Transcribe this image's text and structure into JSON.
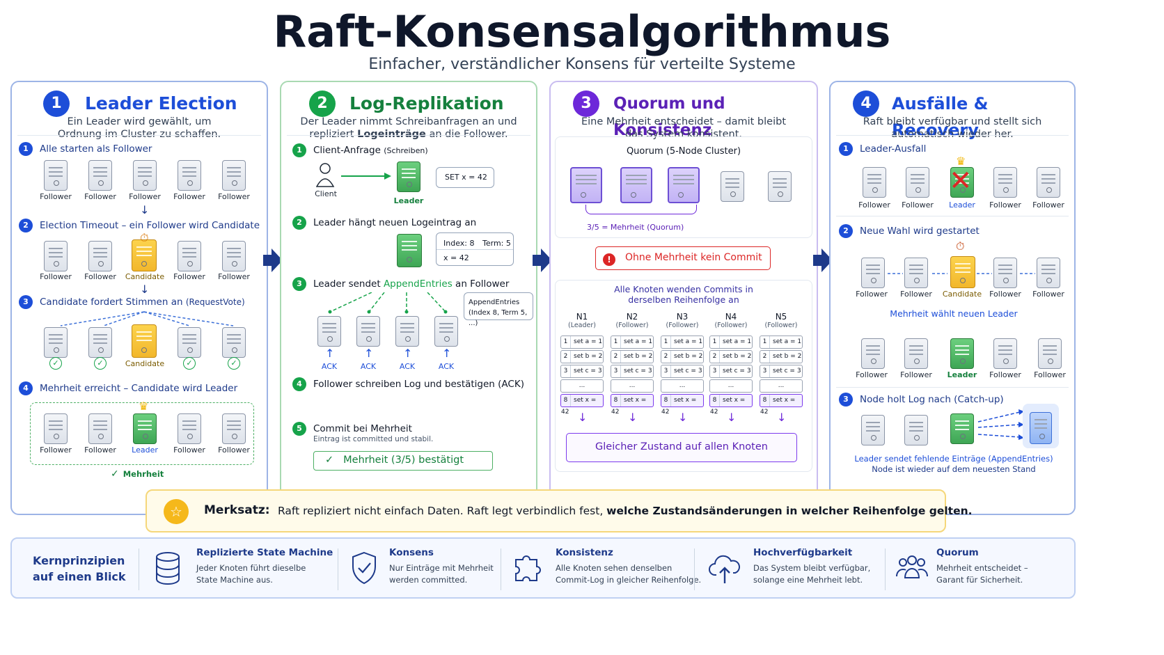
{
  "title": "Raft-Konsensalgorithmus",
  "subtitle": "Einfacher, verständlicher Konsens für verteilte Systeme",
  "col1": {
    "num": "1",
    "title": "Leader Election",
    "desc1": "Ein Leader wird gewählt, um",
    "desc2": "Ordnung im Cluster zu schaffen.",
    "s1": "Alle starten als Follower",
    "s2": "Election Timeout – ein Follower wird Candidate",
    "s3a": "Candidate fordert Stimmen an ",
    "s3b": "(RequestVote)",
    "s4": "Mehrheit erreicht – Candidate wird Leader",
    "follower": "Follower",
    "candidate": "Candidate",
    "leader": "Leader",
    "majority": "Mehrheit"
  },
  "col2": {
    "num": "2",
    "title": "Log-Replikation",
    "desc1": "Der Leader nimmt Schreibanfragen an und",
    "desc2a": "repliziert ",
    "desc2b": "Logeinträge",
    "desc2c": " an die Follower.",
    "s1a": "Client-Anfrage ",
    "s1b": "(Schreiben)",
    "client": "Client",
    "leader": "Leader",
    "cmd": "SET x = 42",
    "s2": "Leader hängt neuen Logeintrag an",
    "idx": "Index: 8",
    "term": "Term: 5",
    "entry": "x = 42",
    "s3a": "Leader sendet ",
    "s3b": "AppendEntries",
    "s3c": " an Follower",
    "ae1": "AppendEntries",
    "ae2": "(Index 8, Term 5, ...)",
    "ack": "ACK",
    "s4": "Follower schreiben Log und bestätigen (ACK)",
    "s5": "Commit bei Mehrheit",
    "s5sub": "Eintrag ist committed und stabil.",
    "confirm": "Mehrheit (3/5) bestätigt"
  },
  "col3": {
    "num": "3",
    "title": "Quorum und Konsistenz",
    "desc1": "Eine Mehrheit entscheidet – damit bleibt",
    "desc2": "das System konsistent.",
    "qtitle": "Quorum (5-Node Cluster)",
    "qlabel": "3/5 = Mehrheit (Quorum)",
    "nocommit": "Ohne Mehrheit kein Commit",
    "alltitle1": "Alle Knoten wenden Commits in",
    "alltitle2": "derselben Reihenfolge an",
    "nodes": [
      {
        "n": "N1",
        "r": "(Leader)"
      },
      {
        "n": "N2",
        "r": "(Follower)"
      },
      {
        "n": "N3",
        "r": "(Follower)"
      },
      {
        "n": "N4",
        "r": "(Follower)"
      },
      {
        "n": "N5",
        "r": "(Follower)"
      }
    ],
    "entries": [
      {
        "i": "1",
        "t": "set a = 1"
      },
      {
        "i": "2",
        "t": "set b = 2"
      },
      {
        "i": "3",
        "t": "set c = 3"
      }
    ],
    "dots": "...",
    "last": {
      "i": "8",
      "t": "set x = 42"
    },
    "same": "Gleicher Zustand auf allen Knoten"
  },
  "col4": {
    "num": "4",
    "title": "Ausfälle & Recovery",
    "desc1": "Raft bleibt verfügbar und stellt sich",
    "desc2": "automatisch wieder her.",
    "s1": "Leader-Ausfall",
    "s2": "Neue Wahl wird gestartet",
    "newleader": "Mehrheit wählt neuen Leader",
    "s3": "Node holt Log nach (Catch-up)",
    "foot1": "Leader sendet fehlende Einträge (AppendEntries)",
    "foot2": "Node ist wieder auf dem neuesten Stand",
    "follower": "Follower",
    "candidate": "Candidate",
    "leader": "Leader"
  },
  "merk": {
    "label": "Merksatz:",
    "text": "Raft repliziert nicht einfach Daten. Raft legt verbindlich fest, ",
    "bold": "welche Zustandsänderungen in welcher Reihenfolge gelten."
  },
  "kern": {
    "head1": "Kernprinzipien",
    "head2": "auf einen Blick",
    "items": [
      {
        "t": "Replizierte State Machine",
        "d1": "Jeder Knoten führt dieselbe",
        "d2": "State Machine aus."
      },
      {
        "t": "Konsens",
        "d1": "Nur Einträge mit Mehrheit",
        "d2": "werden committed."
      },
      {
        "t": "Konsistenz",
        "d1": "Alle Knoten sehen denselben",
        "d2": "Commit-Log in gleicher Reihenfolge."
      },
      {
        "t": "Hochverfügbarkeit",
        "d1": "Das System bleibt verfügbar,",
        "d2": "solange eine Mehrheit lebt."
      },
      {
        "t": "Quorum",
        "d1": "Mehrheit entscheidet –",
        "d2": "Garant für Sicherheit."
      }
    ]
  },
  "colors": {
    "blue": "#1d4ed8",
    "green": "#16a34a",
    "purple": "#6d28d9",
    "red": "#dc2626"
  }
}
